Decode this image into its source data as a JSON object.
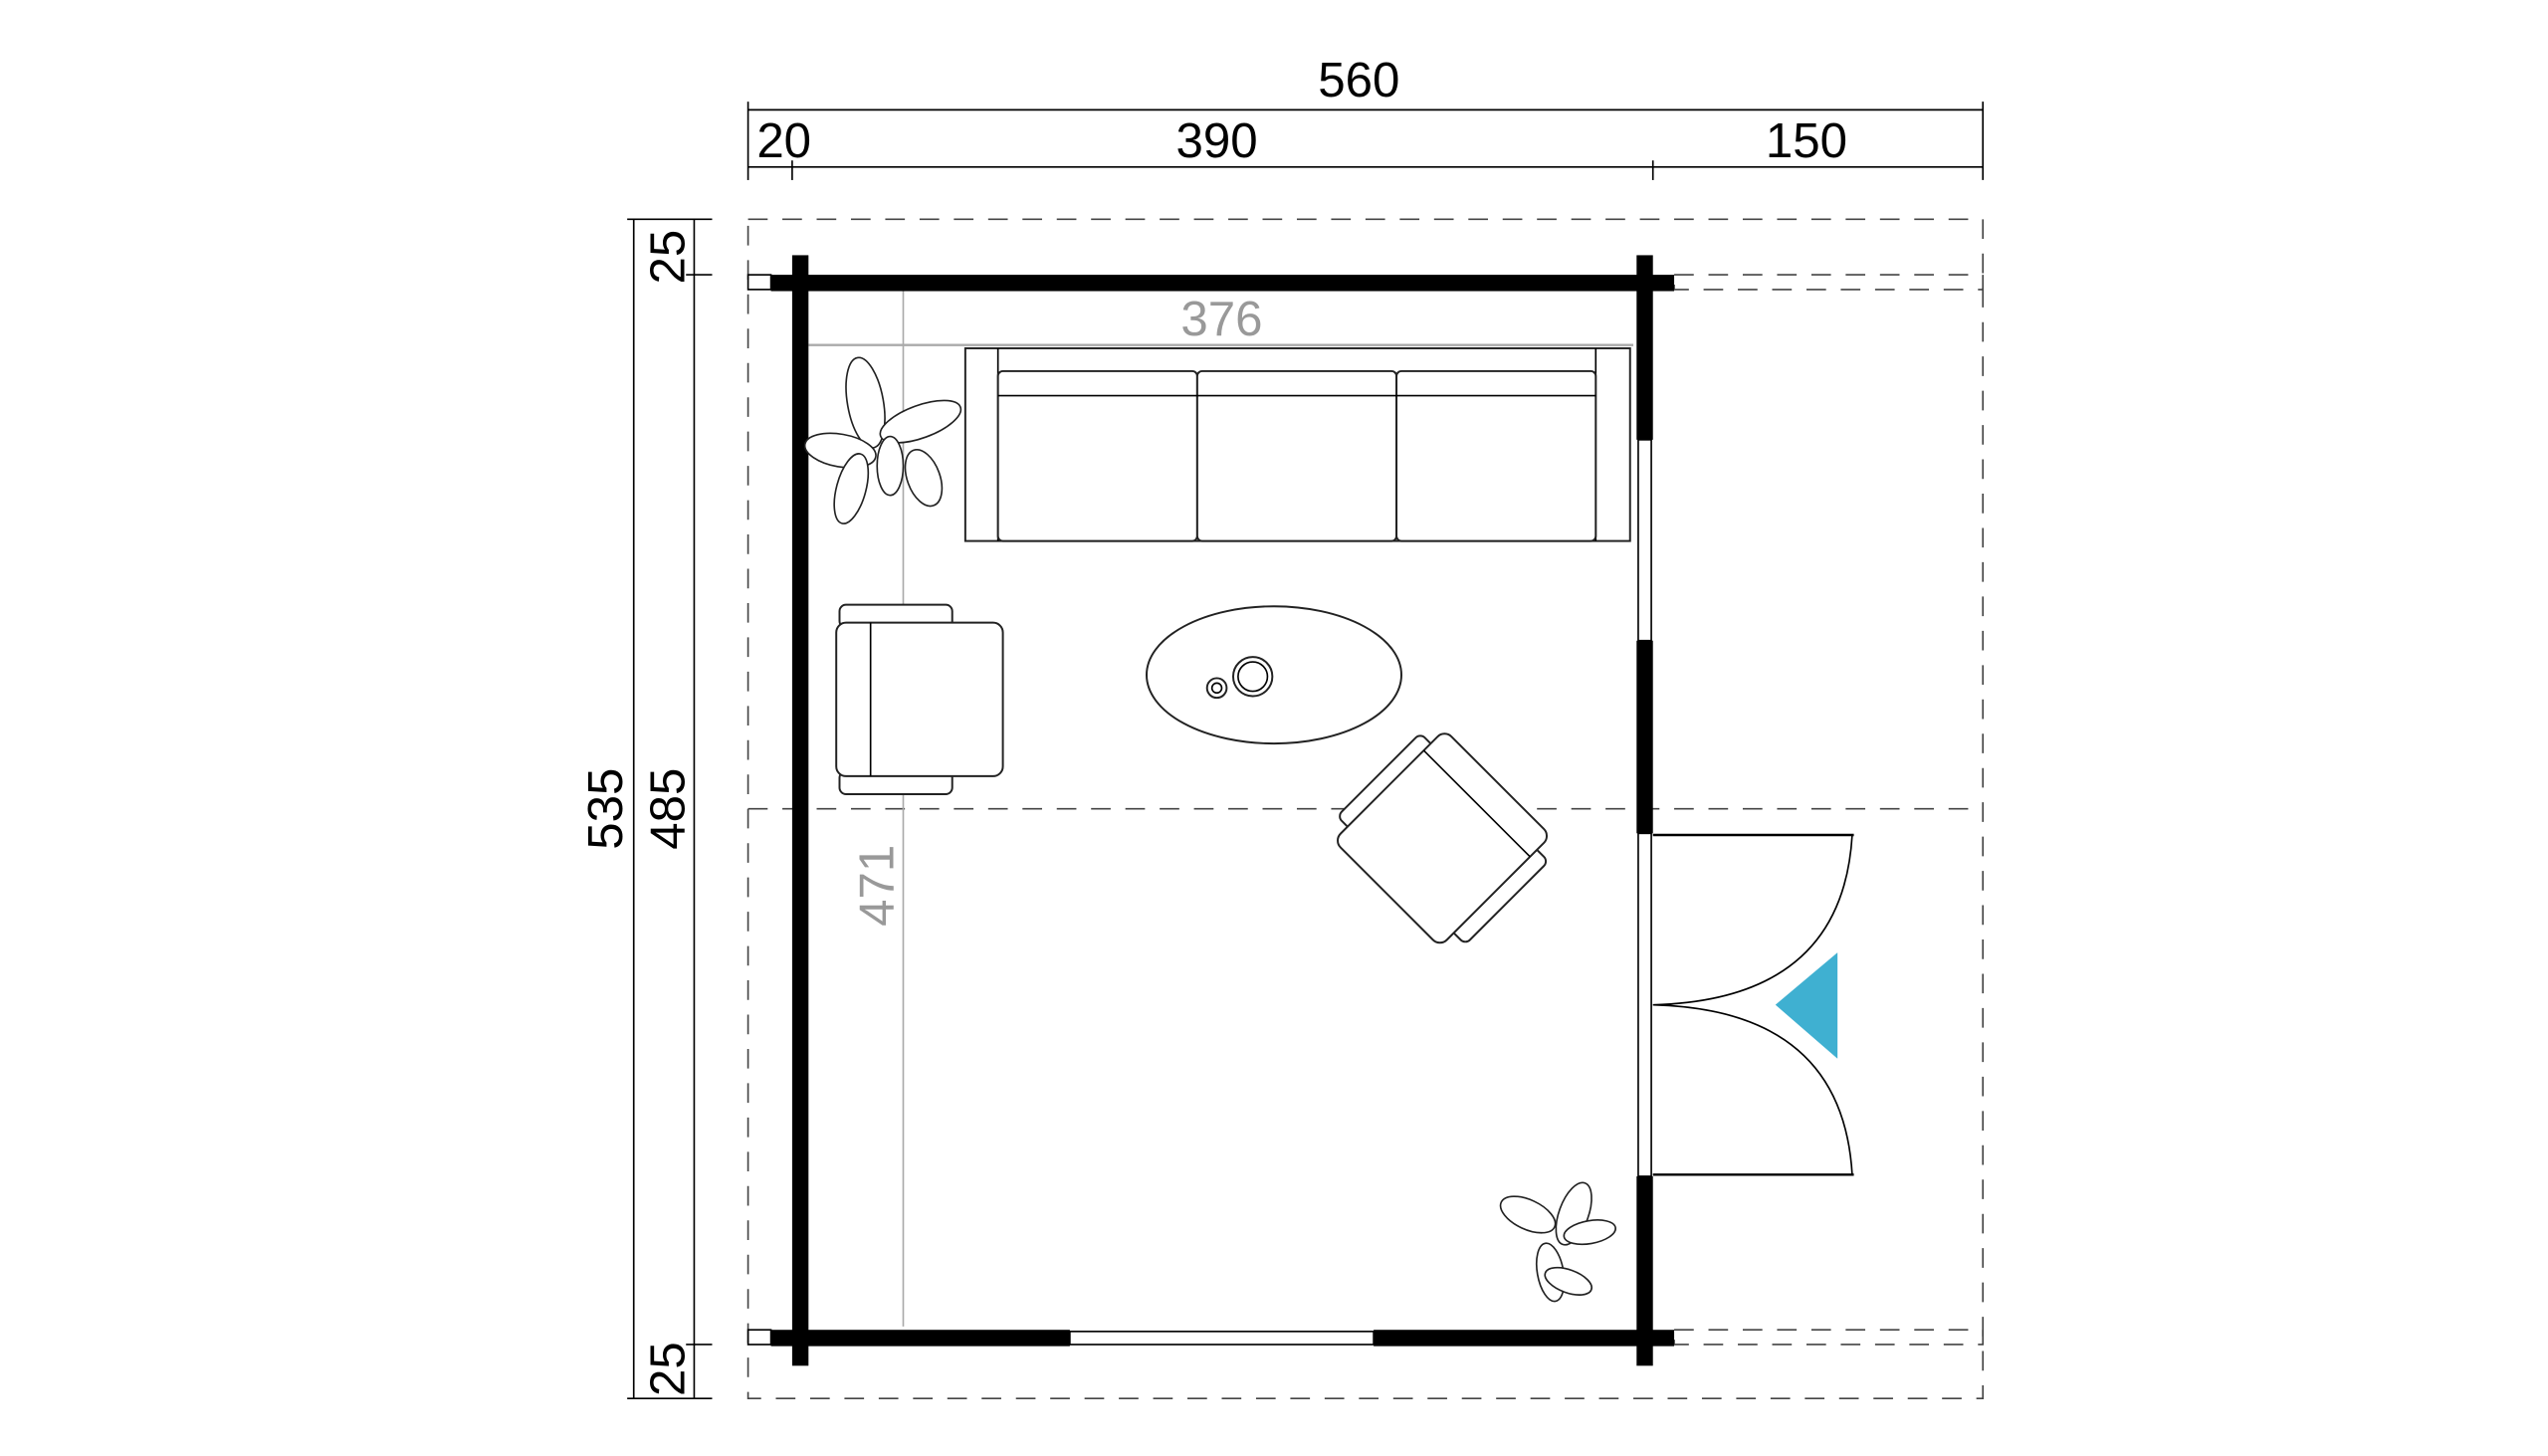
{
  "dimensions": {
    "total_width": "560",
    "segment_left": "20",
    "segment_middle": "390",
    "segment_right": "150",
    "total_depth": "535",
    "inner_depth": "485",
    "top_overhang": "25",
    "bottom_overhang": "25",
    "interior_width": "376",
    "interior_depth": "471"
  },
  "colors": {
    "entrance_marker": "#3fb0d1",
    "wall": "#000000",
    "interior_dimension": "#999999"
  },
  "icons": [
    "plant-icon",
    "sofa-icon",
    "armchair-icon",
    "coffee-table-icon",
    "entrance-arrow-icon"
  ]
}
